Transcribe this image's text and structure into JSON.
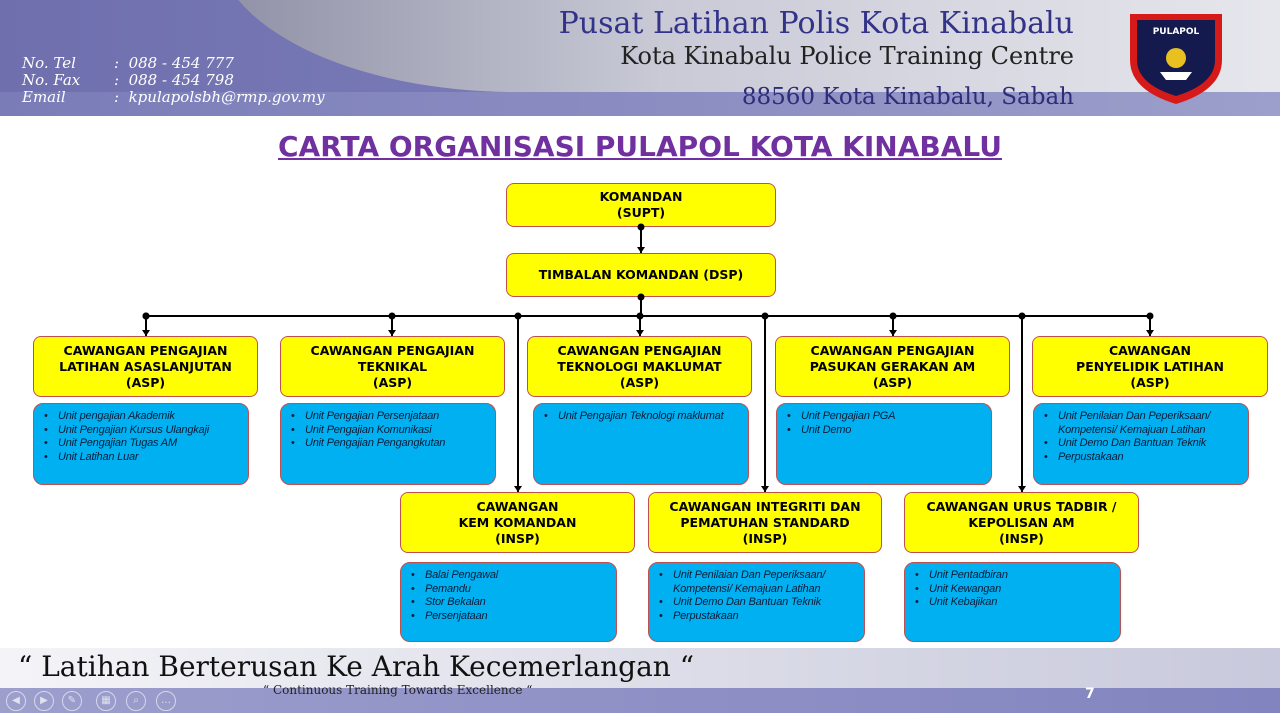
{
  "header": {
    "tel_label": "No. Tel",
    "tel": "088 - 454 777",
    "fax_label": "No. Fax",
    "fax": "088 - 454 798",
    "email_label": "Email",
    "email": "kpulapolsbh@rmp.gov.my",
    "title_ms": "Pusat Latihan Polis Kota Kinabalu",
    "title_en": "Kota Kinabalu Police Training Centre",
    "address": "88560 Kota Kinabalu, Sabah",
    "logo_text": "PULAPOL"
  },
  "chart_title": "CARTA ORGANISASI PULAPOL KOTA KINABALU",
  "top": [
    {
      "lines": [
        "KOMANDAN",
        "(SUPT)"
      ]
    },
    {
      "lines": [
        "TIMBALAN KOMANDAN (DSP)"
      ]
    }
  ],
  "branches": [
    {
      "lines": [
        "CAWANGAN PENGAJIAN",
        "LATIHAN ASASLANJUTAN",
        "(ASP)"
      ],
      "units": [
        "Unit pengajian Akademik",
        "Unit Pengajian Kursus Ulangkaji",
        "Unit Pengajian Tugas AM",
        "Unit Latihan Luar"
      ]
    },
    {
      "lines": [
        "CAWANGAN PENGAJIAN",
        "TEKNIKAL",
        "(ASP)"
      ],
      "units": [
        "Unit Pengajian Persenjataan",
        "Unit Pengajian Komunikasi",
        "Unit Pengajian Pengangkutan"
      ]
    },
    {
      "lines": [
        "CAWANGAN PENGAJIAN",
        "TEKNOLOGI MAKLUMAT",
        "(ASP)"
      ],
      "units": [
        "Unit Pengajian Teknologi maklumat"
      ]
    },
    {
      "lines": [
        "CAWANGAN PENGAJIAN",
        "PASUKAN GERAKAN AM",
        "(ASP)"
      ],
      "units": [
        "Unit Pengajian PGA",
        "Unit Demo"
      ]
    },
    {
      "lines": [
        "CAWANGAN",
        "PENYELIDIK LATIHAN",
        "(ASP)"
      ],
      "units": [
        "Unit Penilaian Dan Peperiksaan/ Kompetensi/ Kemajuan Latihan",
        "Unit Demo Dan Bantuan Teknik",
        "Perpustakaan"
      ]
    },
    {
      "lines": [
        "CAWANGAN",
        "KEM KOMANDAN",
        "(INSP)"
      ],
      "units": [
        "Balai Pengawal",
        "Pemandu",
        "Stor Bekalan",
        "Persenjataan"
      ]
    },
    {
      "lines": [
        "CAWANGAN INTEGRITI DAN",
        "PEMATUHAN STANDARD",
        "(INSP)"
      ],
      "units": [
        "Unit Penilaian Dan Peperiksaan/ Kompetensi/ Kemajuan Latihan",
        "Unit Demo Dan Bantuan Teknik",
        "Perpustakaan"
      ]
    },
    {
      "lines": [
        "CAWANGAN URUS TADBIR /",
        "KEPOLISAN AM",
        "(INSP)"
      ],
      "units": [
        "Unit Pentadbiran",
        "Unit Kewangan",
        "Unit Kebajikan"
      ]
    }
  ],
  "footer": {
    "motto": "“ Latihan Berterusan Ke Arah Kecemerlangan “",
    "motto_en": "“ Continuous Training Towards Excellence “",
    "page": "7"
  },
  "colors": {
    "title": "#7030a0",
    "branch": "#ffff00",
    "unit": "#00b0f0",
    "border": "#c0504d"
  }
}
